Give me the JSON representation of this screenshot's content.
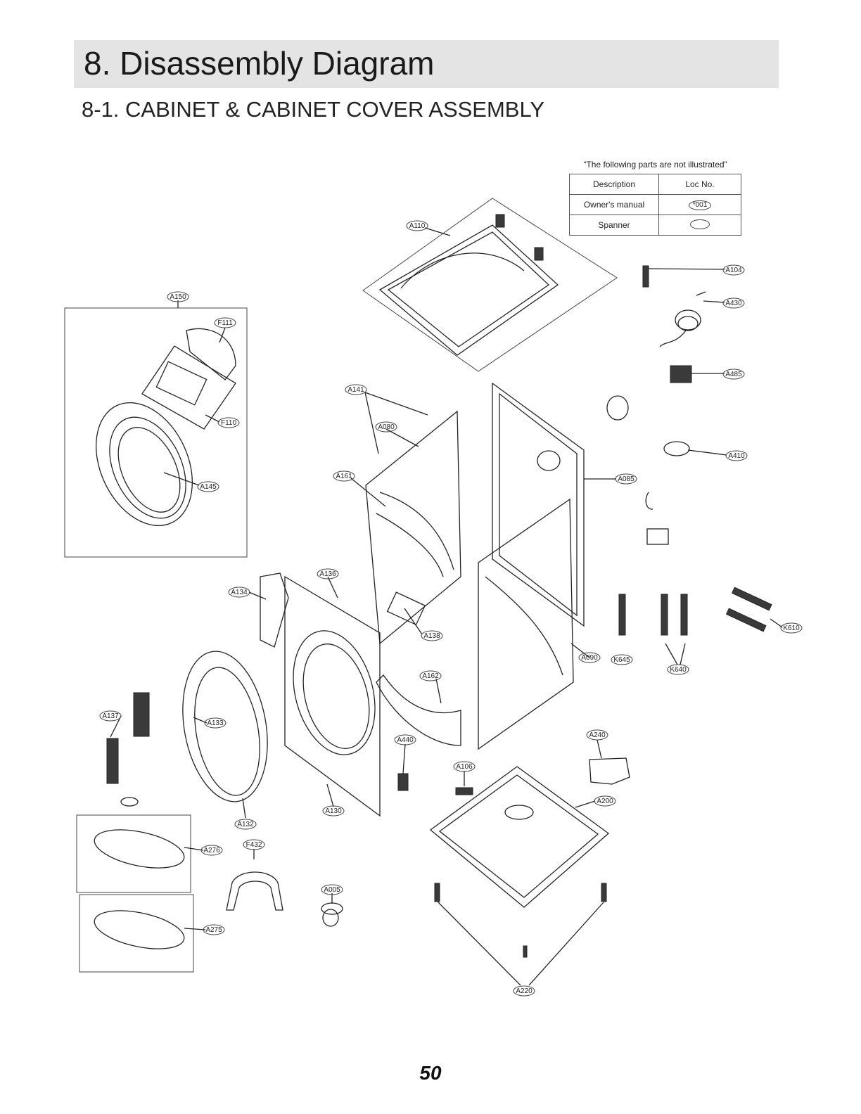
{
  "header": {
    "title": "8. Disassembly Diagram",
    "subtitle": "8-1. CABINET & CABINET COVER ASSEMBLY"
  },
  "not_illustrated_table": {
    "caption": "“The following parts are not illustrated”",
    "col_description": "Description",
    "col_loc": "Loc No.",
    "rows": [
      {
        "description": "Owner's manual",
        "loc": "*001"
      },
      {
        "description": "Spanner",
        "loc": ""
      }
    ]
  },
  "part_labels": {
    "a110": "A110",
    "a150": "A150",
    "f111": "F111",
    "f110": "F110",
    "a145": "A145",
    "a104": "A104",
    "a430": "A430",
    "a485": "A485",
    "a410": "A410",
    "a141": "A141",
    "a080": "A080",
    "a161": "A161",
    "a085": "A085",
    "a136": "A136",
    "a134": "A134",
    "a138": "A138",
    "k610": "K610",
    "a090": "A090",
    "k645": "K645",
    "k640": "K640",
    "a162": "A162",
    "a137": "A137",
    "a133": "A133",
    "a440": "A440",
    "a240": "A240",
    "a106": "A106",
    "a200": "A200",
    "a130": "A130",
    "a132": "A132",
    "a276": "A276",
    "f432": "F432",
    "a005": "A005",
    "a275": "A275",
    "a220": "A220"
  },
  "page_number": "50"
}
